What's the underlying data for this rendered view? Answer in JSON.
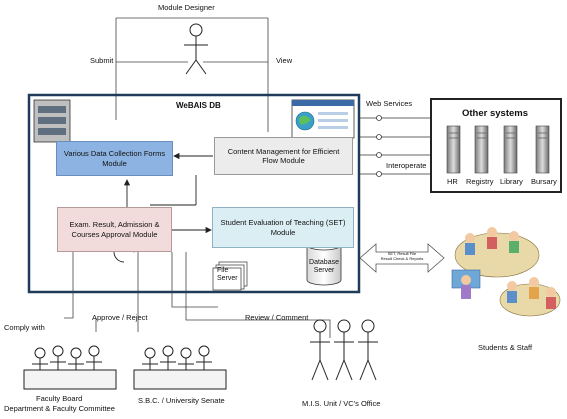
{
  "actors": {
    "module_designer": "Module Designer",
    "submit": "Submit",
    "view": "View",
    "comply_with": "Comply with",
    "approve_reject": "Approve / Reject",
    "review_comment": "Review / Comment",
    "faculty_board": "Faculty Board",
    "dept_committee": "Department & Faculty Committee",
    "sbc_senate": "S.B.C. / University Senate",
    "mis_office": "M.I.S. Unit / VC's Office",
    "students_staff": "Students & Staff"
  },
  "db": {
    "title": "WeBAIS DB",
    "data_collection": "Various Data Collection Forms Module",
    "content_mgmt": "Content Management for Efficient Flow Module",
    "exam_result": "Exam. Result, Admission & Courses Approval Module",
    "set_module": "Student Evaluation of Teaching (SET) Module",
    "file_server": "File Server",
    "database_server": "Database Server"
  },
  "external": {
    "web_services": "Web Services",
    "interoperate": "Interoperate",
    "other_systems": "Other systems",
    "servers": [
      "HR",
      "Registry",
      "Library",
      "Bursary"
    ],
    "arrow_line1": "SET, Result File",
    "arrow_line2": "Result Check & Reports"
  },
  "colors": {
    "frame": "#1f3a5a",
    "blue_module": "#8db3e2",
    "grey_module": "#ececec",
    "pink_module": "#f2dcdb",
    "cyan_module": "#dbeef4"
  }
}
